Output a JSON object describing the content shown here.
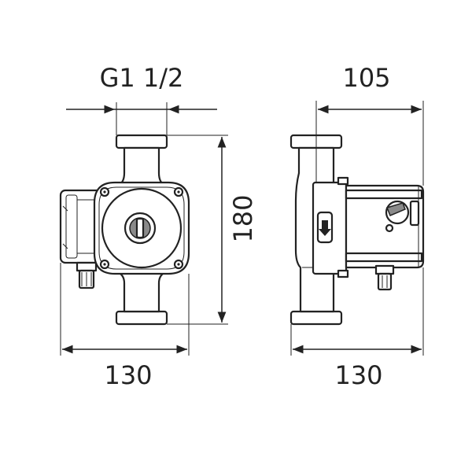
{
  "dimensions": {
    "thread": "G1 1/2",
    "motor_length": "105",
    "height": "180",
    "width_front": "130",
    "width_side": "130"
  },
  "colors": {
    "line": "#222222",
    "background": "#ffffff"
  }
}
